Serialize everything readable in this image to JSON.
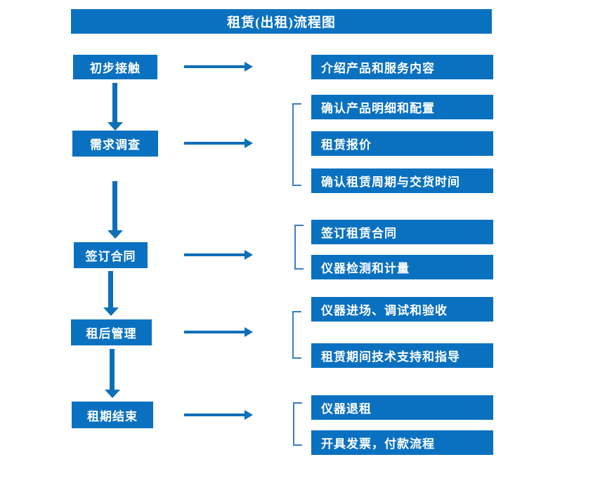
{
  "diagram": {
    "title": "租赁(出租)流程图",
    "colors": {
      "box_blue": "#0a71c0",
      "arrow_blue": "#0d6fb8",
      "bracket_blue": "#3b7fbf",
      "text_white": "#ffffff",
      "background": "#ffffff"
    },
    "stages": [
      {
        "label": "初步接触"
      },
      {
        "label": "需求调查"
      },
      {
        "label": "签订合同"
      },
      {
        "label": "租后管理"
      },
      {
        "label": "租期结束"
      }
    ],
    "details": [
      {
        "label": "介绍产品和服务内容"
      },
      {
        "label": "确认产品明细和配置"
      },
      {
        "label": "租赁报价"
      },
      {
        "label": "确认租赁周期与交货时间"
      },
      {
        "label": "签订租赁合同"
      },
      {
        "label": "仪器检测和计量"
      },
      {
        "label": "仪器进场、调试和验收"
      },
      {
        "label": "租赁期间技术支持和指导"
      },
      {
        "label": "仪器退租"
      },
      {
        "label": "开具发票，付款流程"
      }
    ],
    "groups": [
      {
        "stage": "需求调查",
        "items": [
          "确认产品明细和配置",
          "租赁报价",
          "确认租赁周期与交货时间"
        ]
      },
      {
        "stage": "签订合同",
        "items": [
          "签订租赁合同",
          "仪器检测和计量"
        ]
      },
      {
        "stage": "租后管理",
        "items": [
          "仪器进场、调试和验收",
          "租赁期间技术支持和指导"
        ]
      },
      {
        "stage": "租期结束",
        "items": [
          "仪器退租",
          "开具发票，付款流程"
        ]
      }
    ]
  }
}
